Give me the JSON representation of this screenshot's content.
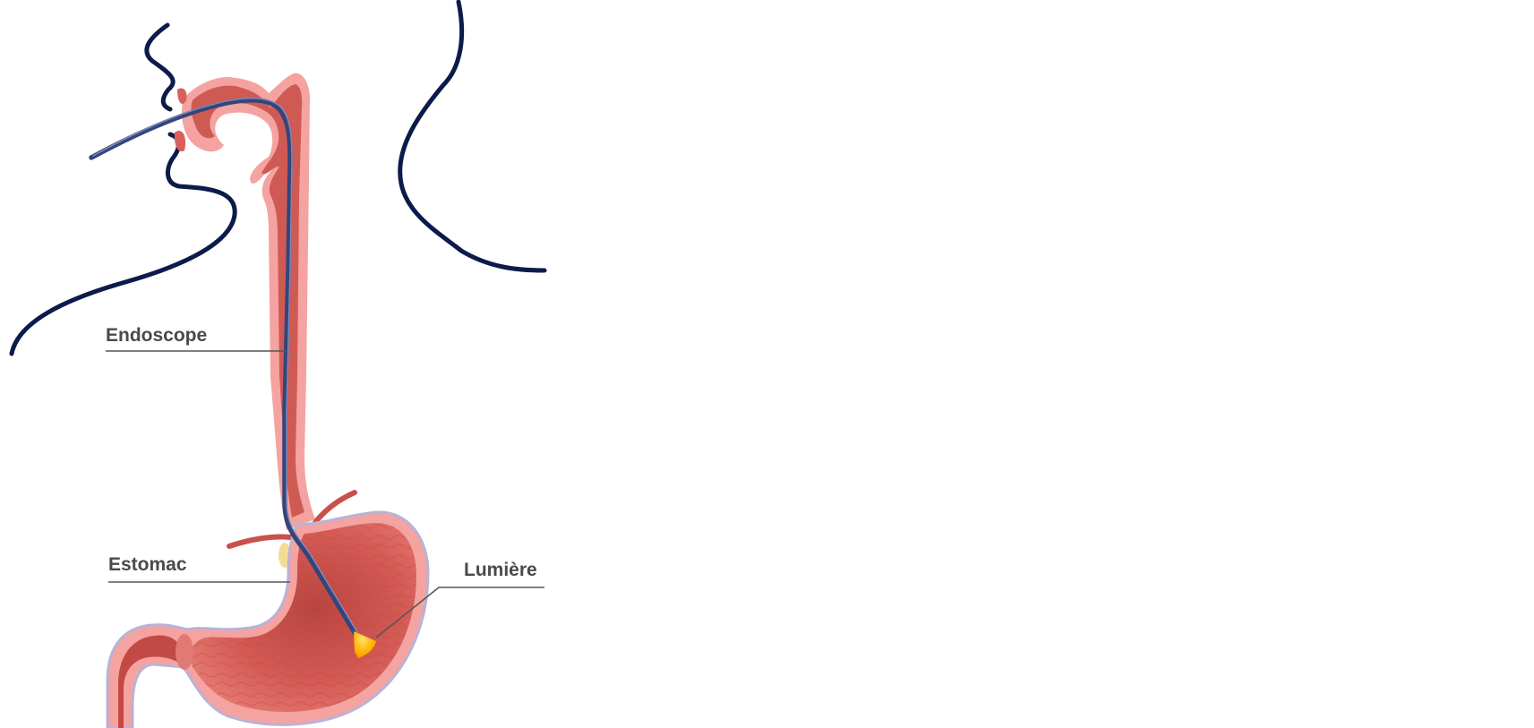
{
  "labels": {
    "endoscope": "Endoscope",
    "stomach": "Estomac",
    "light": "Lumière"
  },
  "colors": {
    "profile_line": "#0d1b4a",
    "tissue_outer": "#f4a3a0",
    "tissue_inner": "#d9605a",
    "tissue_dark": "#b8443f",
    "stomach_edge": "#b9b2d8",
    "endoscope": "#34457a",
    "light": "#ffb300",
    "text": "#4a4a4a"
  }
}
